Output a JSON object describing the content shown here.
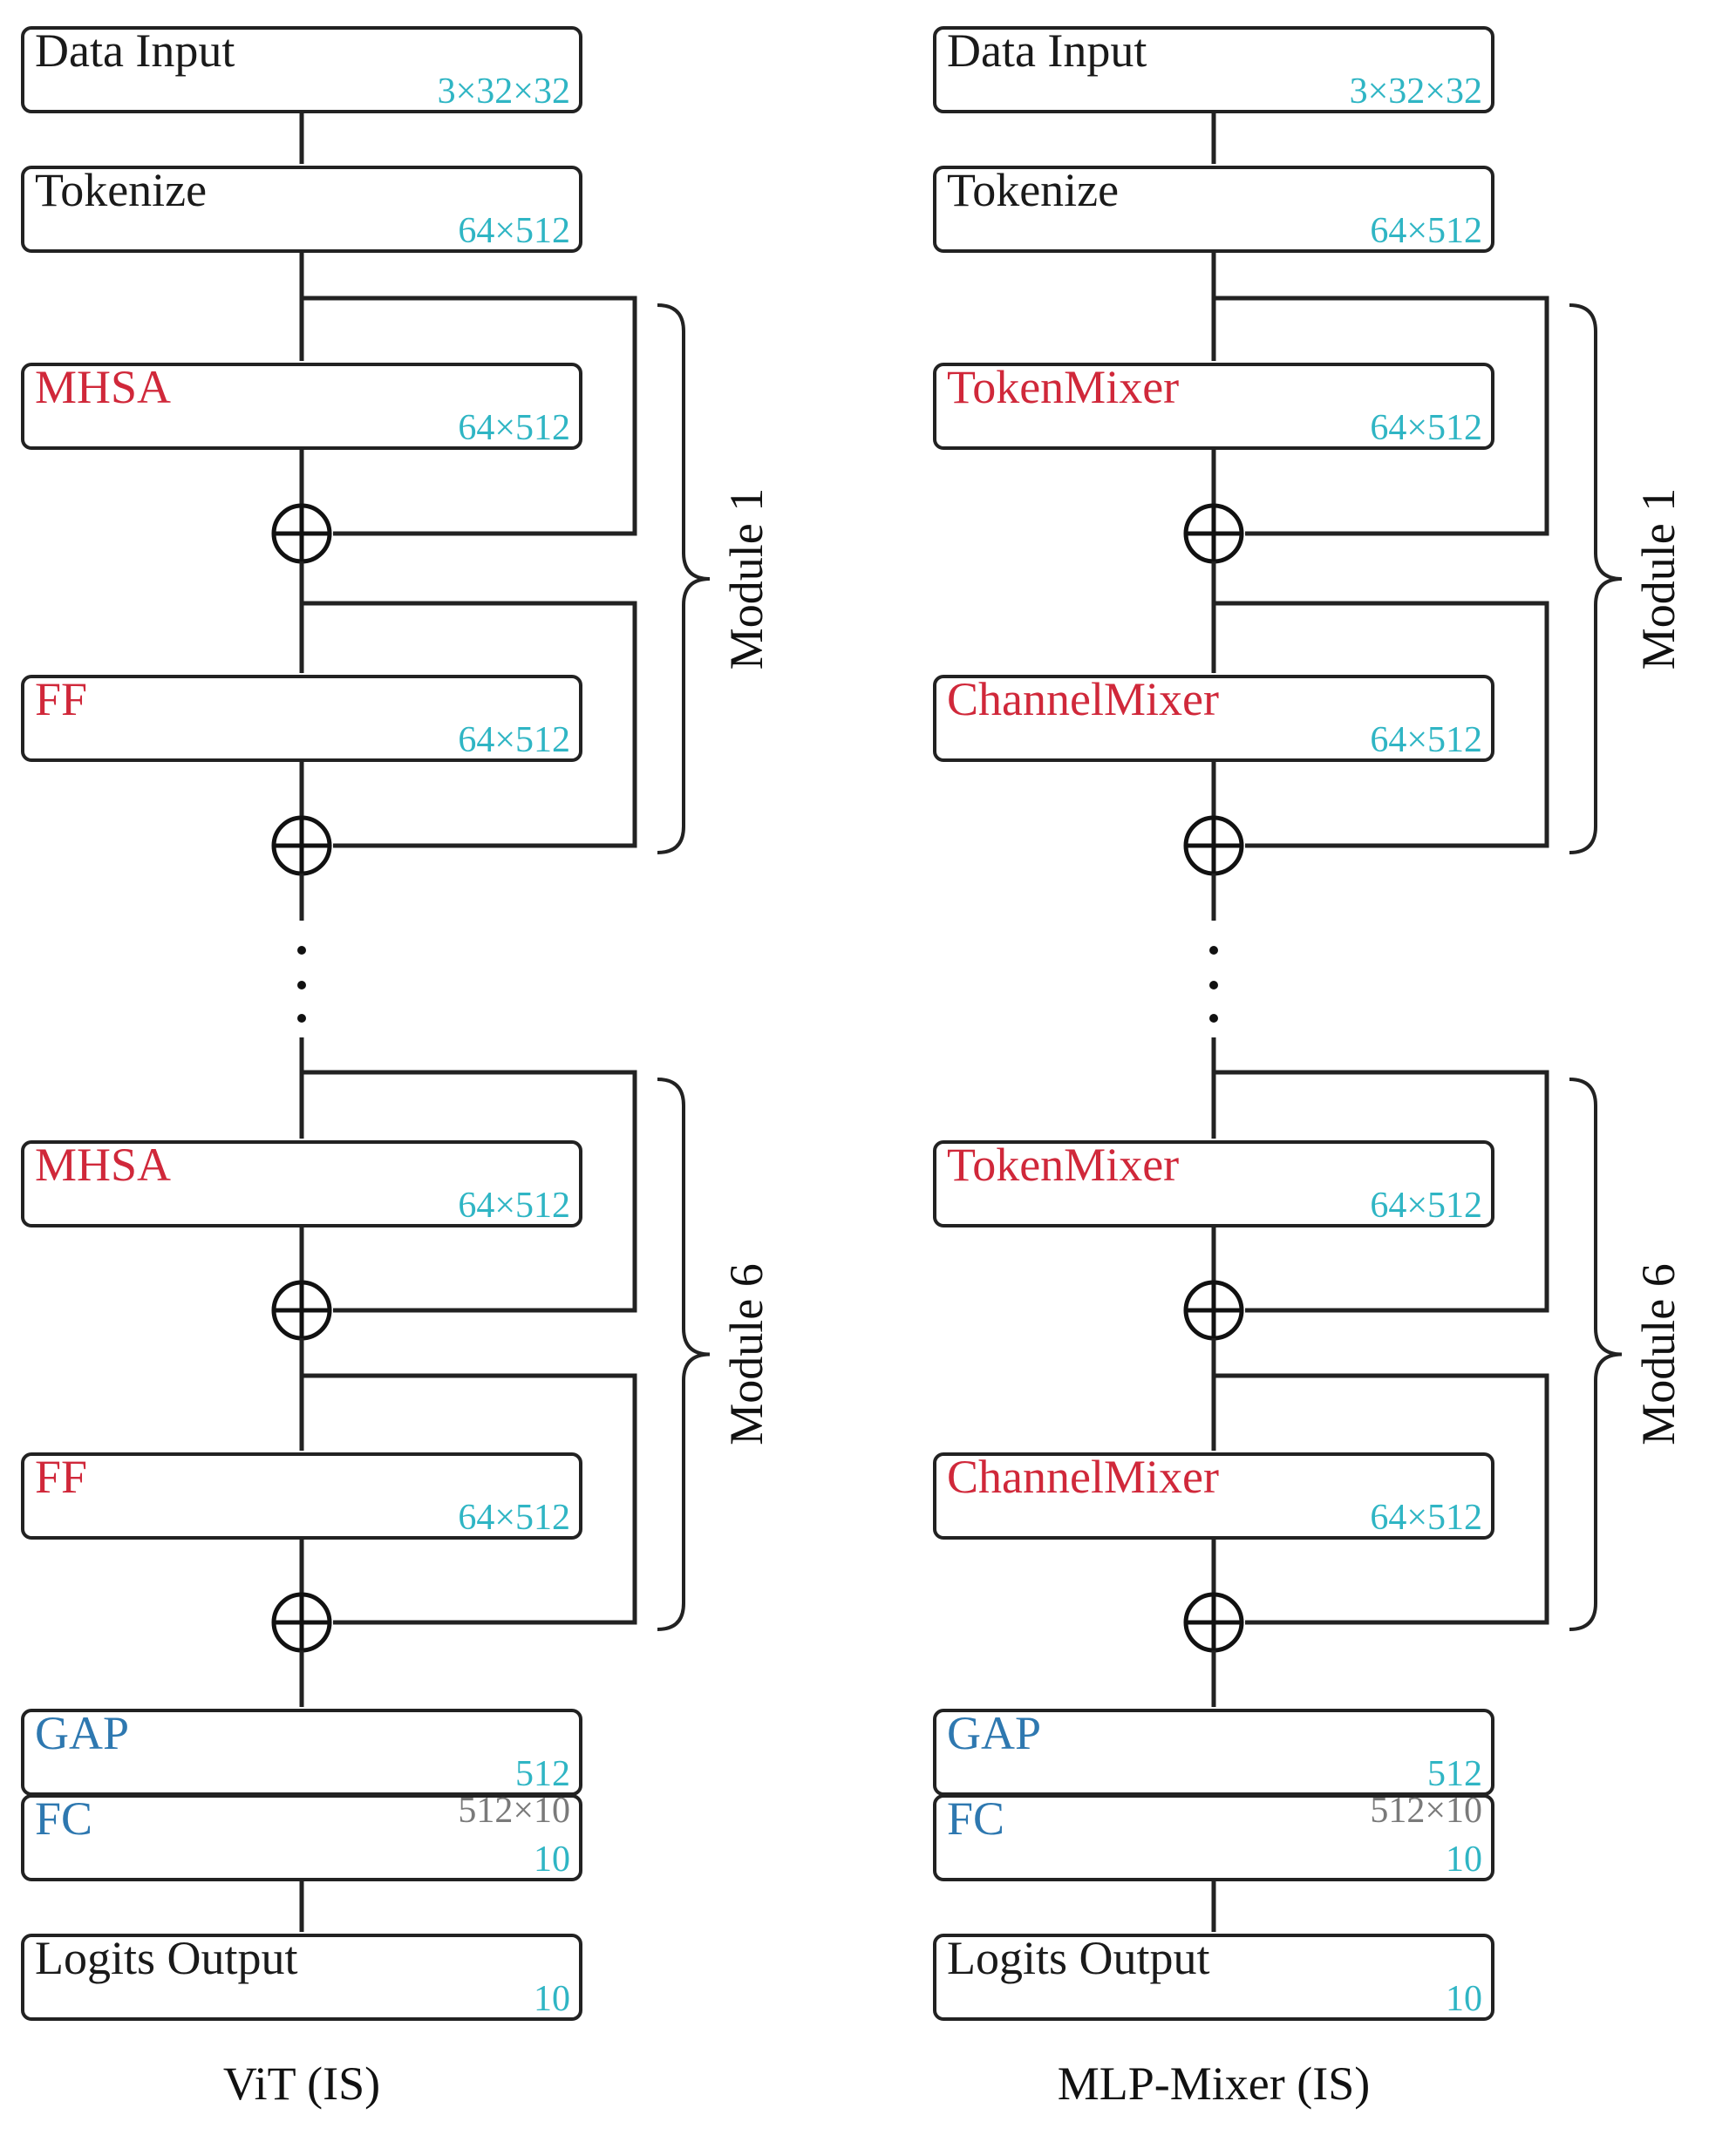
{
  "colors": {
    "io": "#1a1a1a",
    "mixer": "#d0283a",
    "head": "#2e78b0",
    "dim": "#2fb5c4",
    "param": "#7a7a7a"
  },
  "columns": [
    {
      "id": "vit",
      "caption": "ViT (IS)",
      "input": {
        "label": "Data Input",
        "dim": "3×32×32"
      },
      "tokenize": {
        "label": "Tokenize",
        "dim": "64×512"
      },
      "modules": [
        {
          "name": "Module 1",
          "blocks": [
            {
              "label": "MHSA",
              "dim": "64×512"
            },
            {
              "label": "FF",
              "dim": "64×512"
            }
          ]
        },
        {
          "name": "Module 6",
          "blocks": [
            {
              "label": "MHSA",
              "dim": "64×512"
            },
            {
              "label": "FF",
              "dim": "64×512"
            }
          ]
        }
      ],
      "gap": {
        "label": "GAP",
        "dim": "512"
      },
      "fc": {
        "label": "FC",
        "param": "512×10",
        "dim": "10"
      },
      "output": {
        "label": "Logits Output",
        "dim": "10"
      }
    },
    {
      "id": "mlp-mixer",
      "caption": "MLP-Mixer (IS)",
      "input": {
        "label": "Data Input",
        "dim": "3×32×32"
      },
      "tokenize": {
        "label": "Tokenize",
        "dim": "64×512"
      },
      "modules": [
        {
          "name": "Module 1",
          "blocks": [
            {
              "label": "TokenMixer",
              "dim": "64×512"
            },
            {
              "label": "ChannelMixer",
              "dim": "64×512"
            }
          ]
        },
        {
          "name": "Module 6",
          "blocks": [
            {
              "label": "TokenMixer",
              "dim": "64×512"
            },
            {
              "label": "ChannelMixer",
              "dim": "64×512"
            }
          ]
        }
      ],
      "gap": {
        "label": "GAP",
        "dim": "512"
      },
      "fc": {
        "label": "FC",
        "param": "512×10",
        "dim": "10"
      },
      "output": {
        "label": "Logits Output",
        "dim": "10"
      }
    }
  ]
}
